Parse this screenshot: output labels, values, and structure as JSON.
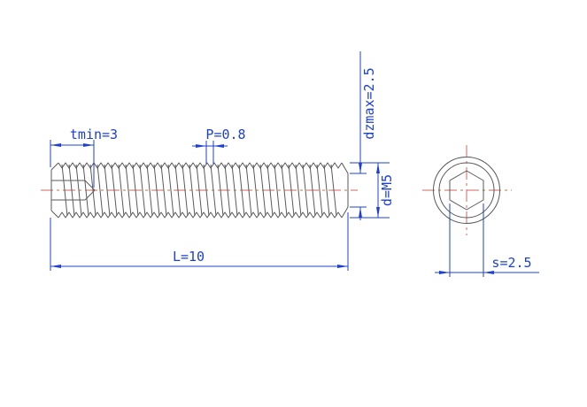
{
  "drawing": {
    "dimensions": {
      "tmin": "tmin=3",
      "pitch": "P=0.8",
      "dz": "dzmax=2.5",
      "d": "d=M5",
      "length": "L=10",
      "s": "s=2.5"
    },
    "colors": {
      "dimension": "#1e40d0",
      "centerline": "#d4685c",
      "geometry": "#585858",
      "background": "#ffffff"
    }
  }
}
